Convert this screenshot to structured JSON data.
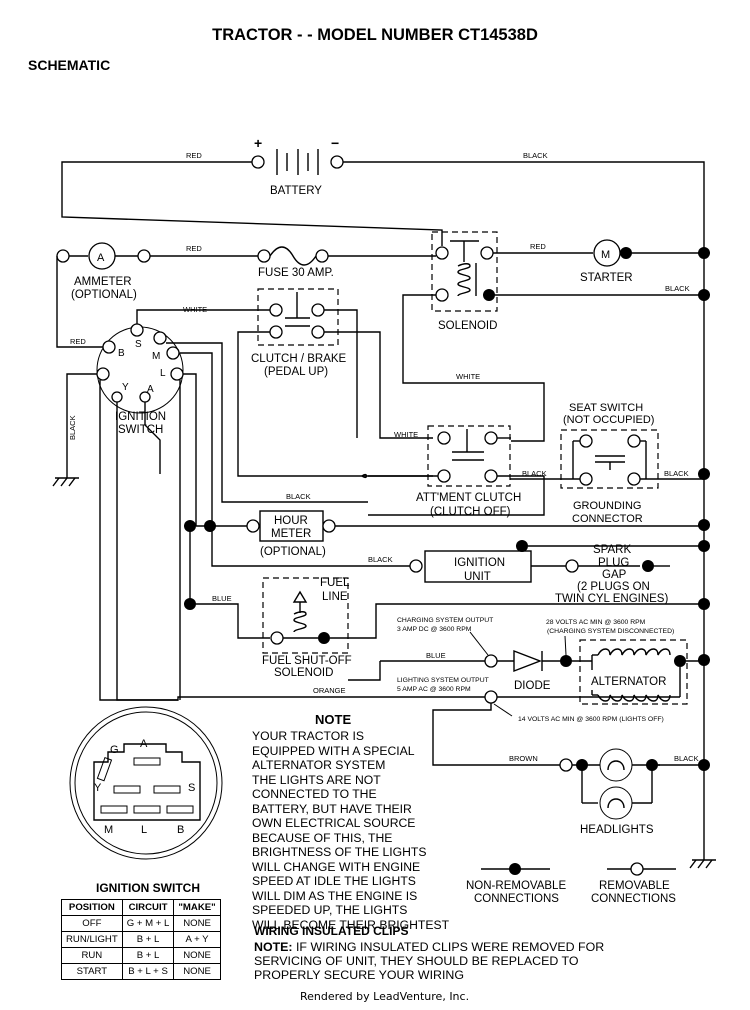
{
  "header": {
    "title": "TRACTOR - - MODEL NUMBER CT14538D",
    "subtitle": "SCHEMATIC"
  },
  "components": {
    "battery": "BATTERY",
    "battery_plus": "+",
    "battery_minus": "−",
    "ammeter_symbol": "A",
    "ammeter_line1": "AMMETER",
    "ammeter_line2": "(OPTIONAL)",
    "fuse": "FUSE 30 AMP.",
    "starter_symbol": "M",
    "starter": "STARTER",
    "solenoid": "SOLENOID",
    "clutch_brake_line1": "CLUTCH / BRAKE",
    "clutch_brake_line2": "(PEDAL UP)",
    "ignition_switch_line1": "IGNITION",
    "ignition_switch_line2": "SWITCH",
    "term_b": "B",
    "term_s": "S",
    "term_m": "M",
    "term_l": "L",
    "term_y": "Y",
    "term_a": "A",
    "seat_switch_line1": "SEAT SWITCH",
    "seat_switch_line2": "(NOT OCCUPIED)",
    "attachment_clutch_line1": "ATT'MENT CLUTCH",
    "attachment_clutch_line2": "(CLUTCH OFF)",
    "grounding_line1": "GROUNDING",
    "grounding_line2": "CONNECTOR",
    "hour_meter_line1": "HOUR",
    "hour_meter_line2": "METER",
    "hour_meter_line3": "(OPTIONAL)",
    "ignition_unit_line1": "IGNITION",
    "ignition_unit_line2": "UNIT",
    "spark_line1": "SPARK",
    "spark_line2": "PLUG",
    "spark_line3": "GAP",
    "spark_line4": "(2 PLUGS ON",
    "spark_line5": "TWIN CYL  ENGINES)",
    "fuel_line_line1": "FUEL",
    "fuel_line_line2": "LINE",
    "fuel_solenoid_line1": "FUEL SHUT-OFF",
    "fuel_solenoid_line2": "SOLENOID",
    "charging_output_line1": "CHARGING SYSTEM OUTPUT",
    "charging_output_line2": "3 AMP DC @ 3600 RPM",
    "volts28_line1": "28 VOLTS AC MIN  @ 3600 RPM",
    "volts28_line2": "(CHARGING SYSTEM DISCONNECTED)",
    "diode": "DIODE",
    "alternator": "ALTERNATOR",
    "lighting_output_line1": "LIGHTING SYSTEM OUTPUT",
    "lighting_output_line2": "5 AMP AC @ 3600 RPM",
    "volts14": "14 VOLTS AC MIN  @ 3600 RPM (LIGHTS OFF)",
    "headlights": "HEADLIGHTS"
  },
  "wires": {
    "red": "RED",
    "black": "BLACK",
    "white": "WHITE",
    "blue": "BLUE",
    "orange": "ORANGE",
    "brown": "BROWN"
  },
  "plug": {
    "g": "G",
    "a": "A",
    "y": "Y",
    "s": "S",
    "m": "M",
    "l": "L",
    "b": "B"
  },
  "legend": {
    "non_removable_line1": "NON-REMOVABLE",
    "non_removable_line2": "CONNECTIONS",
    "removable_line1": "REMOVABLE",
    "removable_line2": "CONNECTIONS"
  },
  "note": {
    "title": "NOTE",
    "lines": [
      "YOUR TRACTOR IS",
      "EQUIPPED WITH A SPECIAL",
      "ALTERNATOR SYSTEM",
      "THE LIGHTS ARE NOT",
      "CONNECTED TO THE",
      "BATTERY, BUT HAVE THEIR",
      "OWN ELECTRICAL SOURCE",
      "BECAUSE OF THIS, THE",
      "BRIGHTNESS OF THE LIGHTS",
      "WILL CHANGE WITH ENGINE",
      "SPEED   AT IDLE THE LIGHTS",
      "WILL DIM   AS THE ENGINE IS",
      "SPEEDED UP, THE LIGHTS",
      "WILL BECOME THEIR BRIGHTEST"
    ]
  },
  "clips": {
    "title": "WIRING INSULATED CLIPS",
    "note_label": "NOTE:",
    "line1": " IF WIRING INSULATED CLIPS WERE REMOVED FOR",
    "line2": "SERVICING OF UNIT, THEY SHOULD BE REPLACED TO",
    "line3": "PROPERLY SECURE YOUR WIRING"
  },
  "ignition_table": {
    "title": "IGNITION SWITCH",
    "headers": [
      "POSITION",
      "CIRCUIT",
      "\"MAKE\""
    ],
    "rows": [
      [
        "OFF",
        "G + M + L",
        "NONE"
      ],
      [
        "RUN/LIGHT",
        "B + L",
        "A + Y"
      ],
      [
        "RUN",
        "B + L",
        "NONE"
      ],
      [
        "START",
        "B + L + S",
        "NONE"
      ]
    ]
  },
  "footer": "Rendered by LeadVenture, Inc."
}
